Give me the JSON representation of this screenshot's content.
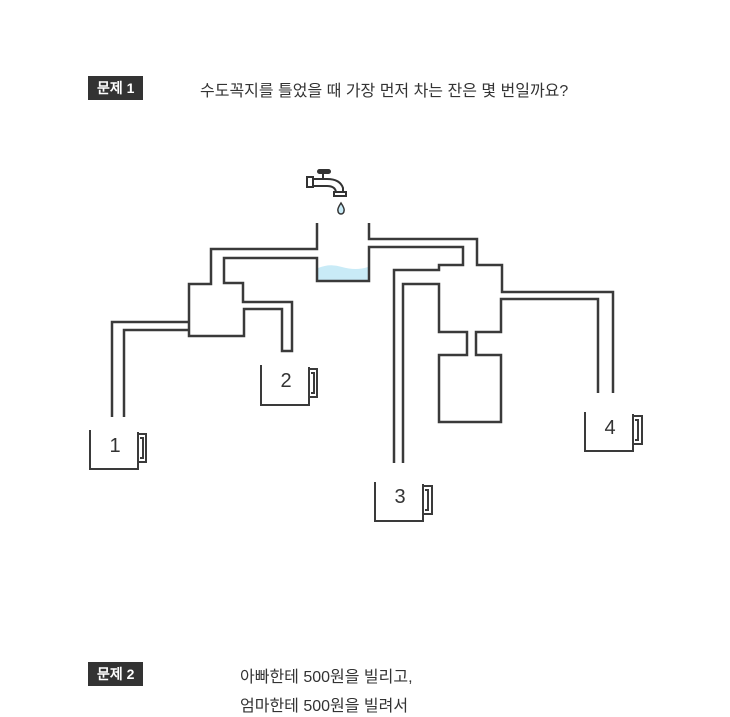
{
  "problem1": {
    "badge": "문제 1",
    "question": "수도꼭지를 틀었을 때 가장 먼저 차는 잔은  몇 번일까요?",
    "cups": [
      "1",
      "2",
      "3",
      "4"
    ],
    "water_color": "#c9ebf7",
    "icons": [
      "faucet-icon",
      "water-drop-icon"
    ]
  },
  "problem2": {
    "badge": "문제 2",
    "lines": [
      "아빠한테 500원을 빌리고,",
      "엄마한테 500원을 빌려서"
    ]
  }
}
